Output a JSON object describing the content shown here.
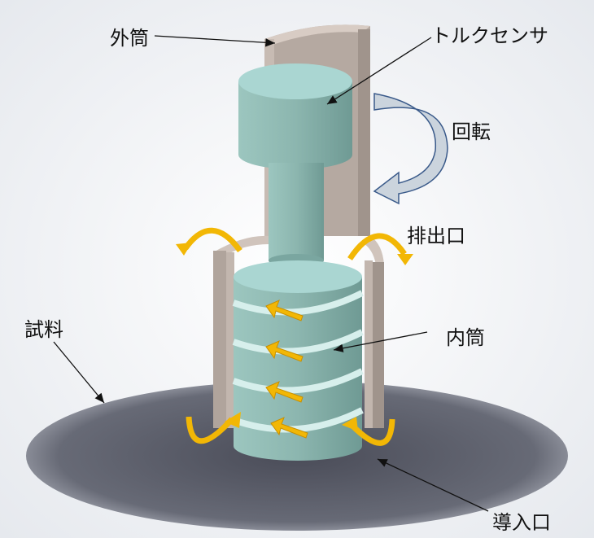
{
  "labels": {
    "outer_cylinder": "外筒",
    "torque_sensor": "トルクセンサ",
    "rotation": "回転",
    "outlet": "排出口",
    "inner_cylinder": "内筒",
    "sample": "試料",
    "inlet": "導入口"
  },
  "colors": {
    "outer_wall": "#b5a9a1",
    "sensor": "#8fbab3",
    "sensor_top": "#aad6d2",
    "flow_arrow": "#f2b705",
    "rotation_arrow": "#c9d3dc",
    "sample": "#5c5e6a"
  }
}
